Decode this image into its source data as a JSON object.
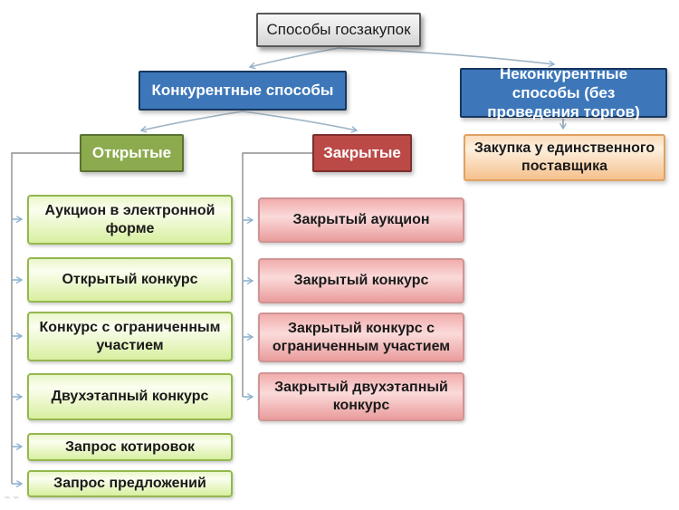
{
  "diagram": {
    "title": "Способы госзакупок",
    "root": {
      "label": "Способы госзакупок"
    },
    "competitive": {
      "label": "Конкурентные способы"
    },
    "noncompetitive": {
      "label": "Неконкурентные способы (без проведения торгов)"
    },
    "open_header": {
      "label": "Открытые"
    },
    "closed_header": {
      "label": "Закрытые"
    },
    "single_supplier": {
      "label": "Закупка у единственного поставщика"
    },
    "open_methods": [
      "Аукцион в электронной форме",
      "Открытый конкурс",
      "Конкурс с ограниченным участием",
      "Двухэтапный конкурс",
      "Запрос котировок",
      "Запрос предложений"
    ],
    "closed_methods": [
      "Закрытый аукцион",
      "Закрытый конкурс",
      "Закрытый конкурс с ограниченным участием",
      "Закрытый двухэтапный конкурс"
    ],
    "watermark_glyphs": "⌁⌁",
    "colors": {
      "root-border": "#595959",
      "blue-fill": "#3d77ba",
      "blue-border": "#17365d",
      "green-fill": "#8cab4e",
      "green-border": "#5a7231",
      "red-fill": "#bb4a47",
      "red-border": "#7d2e2c",
      "orange-border": "#e0a161",
      "lightgreen-border": "#94b74f",
      "pink-border": "#cf9494",
      "connector": "#9fb4c4",
      "rail": "#8e8e8e",
      "stub": "#8fb3cf"
    }
  }
}
